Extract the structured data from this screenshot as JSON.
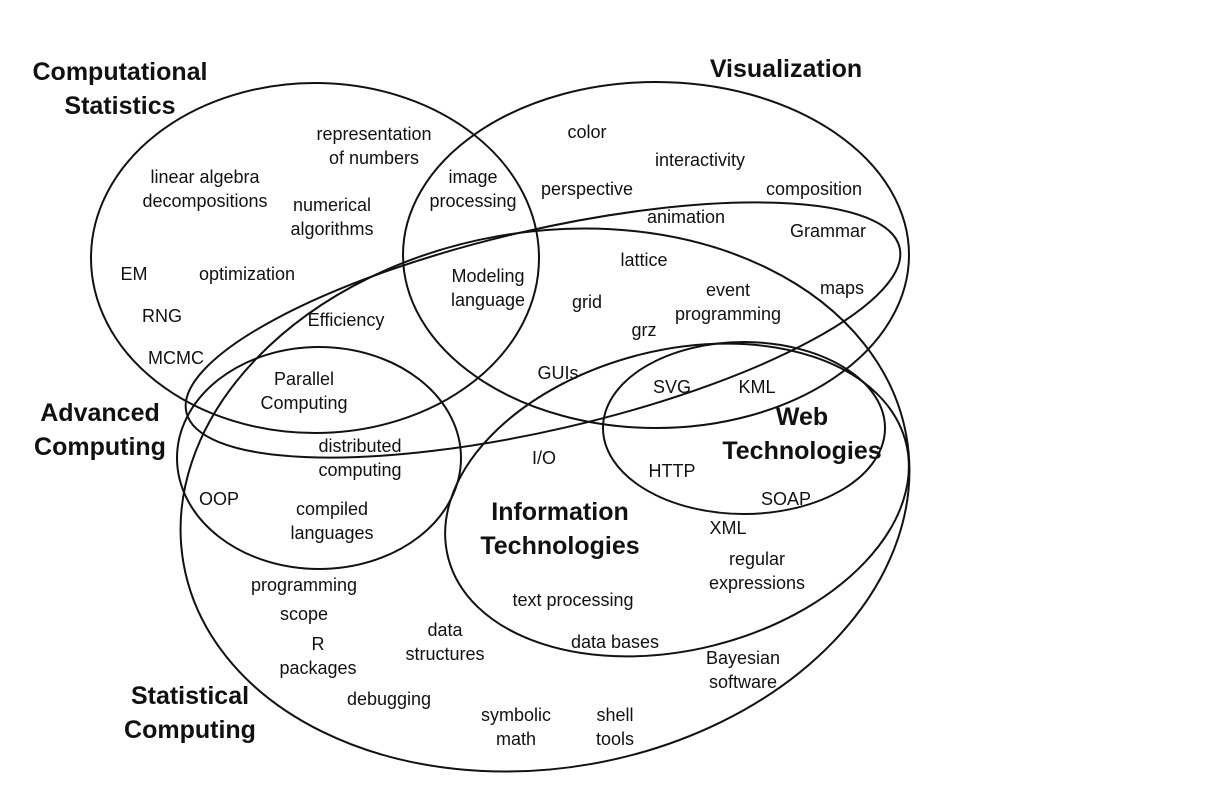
{
  "diagram": {
    "sets": [
      {
        "id": "computational-statistics",
        "label": "Computational\nStatistics"
      },
      {
        "id": "visualization",
        "label": "Visualization"
      },
      {
        "id": "advanced-computing",
        "label": "Advanced\nComputing"
      },
      {
        "id": "statistical-computing",
        "label": "Statistical\nComputing"
      },
      {
        "id": "information-technologies",
        "label": "Information\nTechnologies"
      },
      {
        "id": "web-technologies",
        "label": "Web\nTechnologies"
      },
      {
        "id": "parallel-computing-region",
        "label": ""
      }
    ],
    "terms": [
      "representation\nof numbers",
      "linear algebra\ndecompositions",
      "numerical\nalgorithms",
      "image\nprocessing",
      "EM",
      "optimization",
      "RNG",
      "MCMC",
      "Efficiency",
      "Modeling\nlanguage",
      "color",
      "interactivity",
      "perspective",
      "composition",
      "animation",
      "Grammar",
      "lattice",
      "maps",
      "grid",
      "event\nprogramming",
      "grz",
      "GUIs",
      "Parallel\nComputing",
      "distributed\ncomputing",
      "OOP",
      "compiled\nlanguages",
      "I/O",
      "SVG",
      "KML",
      "HTTP",
      "SOAP",
      "XML",
      "regular\nexpressions",
      "programming",
      "scope",
      "R\npackages",
      "data\nstructures",
      "text processing",
      "data bases",
      "debugging",
      "Bayesian\nsoftware",
      "symbolic\nmath",
      "shell\ntools"
    ]
  }
}
